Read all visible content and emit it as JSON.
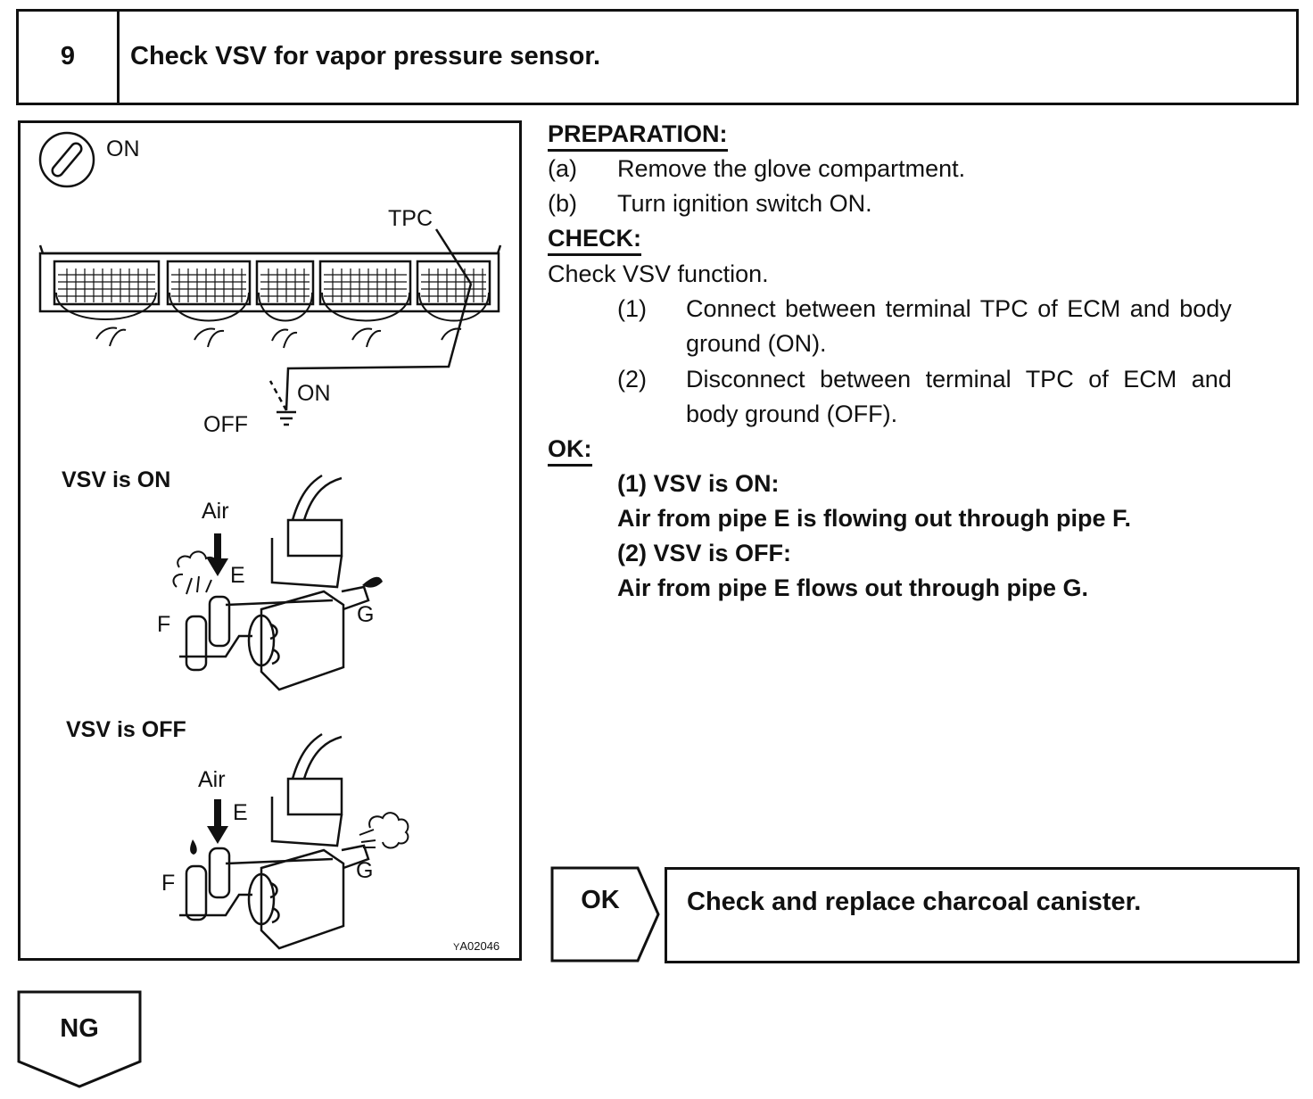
{
  "header": {
    "step_number": "9",
    "title": "Check VSV for vapor pressure sensor."
  },
  "figure": {
    "ignition_label": "ON",
    "tpc_label": "TPC",
    "ground_on_label": "ON",
    "ground_off_label": "OFF",
    "vsv_on_label": "VSV is ON",
    "vsv_off_label": "VSV is OFF",
    "air_label": "Air",
    "pipe_e": "E",
    "pipe_f": "F",
    "pipe_g": "G",
    "figure_code": "A02046",
    "figure_prefix": "Y"
  },
  "preparation": {
    "heading": "PREPARATION:",
    "steps": [
      {
        "marker": "(a)",
        "text": "Remove the glove compartment."
      },
      {
        "marker": "(b)",
        "text": "Turn ignition switch ON."
      }
    ]
  },
  "check": {
    "heading": "CHECK:",
    "intro": "Check VSV function.",
    "steps": [
      {
        "marker": "(1)",
        "line1": "Connect between terminal TPC of ECM and body",
        "line2": "ground (ON)."
      },
      {
        "marker": "(2)",
        "line1": "Disconnect between terminal TPC of ECM and",
        "line2": "body ground (OFF)."
      }
    ]
  },
  "ok_section": {
    "heading": "OK:",
    "lines": [
      "(1) VSV is ON:",
      "Air from pipe E is flowing out through pipe F.",
      "(2) VSV is OFF:",
      "Air from pipe E flows out through pipe G."
    ]
  },
  "ok_result": {
    "label": "OK",
    "action": "Check and replace charcoal canister."
  },
  "ng_result": {
    "label": "NG"
  }
}
